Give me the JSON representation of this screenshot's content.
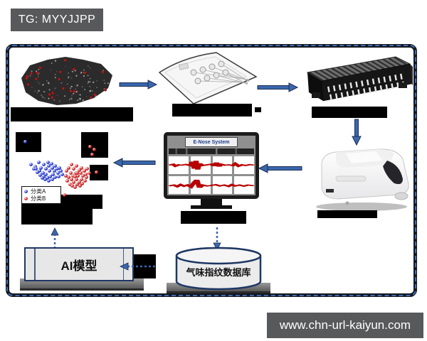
{
  "tag": {
    "label": "TG: MYYJJPP"
  },
  "watermark": {
    "label": "www.chn-url-kaiyun.com"
  },
  "flow": {
    "monitor": {
      "screen_title": "E-Nose System"
    },
    "ai_model": {
      "label": "AI模型"
    },
    "database": {
      "label": "气味指纹数据库"
    },
    "scatter_legend": [
      {
        "label": "分类A",
        "color": "#1b2fd0"
      },
      {
        "label": "分类B",
        "color": "#d01616"
      }
    ]
  },
  "colors": {
    "label_box_bg": "#58595b",
    "frame_edge": "#15181f",
    "frame_dash": "#3f6cb3",
    "arrow_fill": "#3a67ae",
    "arrow_edge": "#1b2c4f",
    "redaction": "#000000",
    "waveform": "#b80000",
    "class_a": "#1b2fd0",
    "class_b": "#d01616",
    "shape_outline": "#1f3864"
  },
  "chart_data": {
    "type": "scatter",
    "title": "",
    "legend_position": "bottom-left",
    "series": [
      {
        "name": "分类A",
        "color": "#1b2fd0",
        "points": [
          [
            20,
            48
          ],
          [
            24,
            42
          ],
          [
            27,
            50
          ],
          [
            30,
            45
          ],
          [
            33,
            52
          ],
          [
            36,
            47
          ],
          [
            25,
            55
          ],
          [
            29,
            58
          ],
          [
            33,
            60
          ],
          [
            37,
            55
          ],
          [
            40,
            50
          ],
          [
            43,
            55
          ],
          [
            46,
            52
          ],
          [
            41,
            60
          ],
          [
            38,
            63
          ],
          [
            34,
            66
          ],
          [
            30,
            63
          ],
          [
            26,
            61
          ],
          [
            22,
            57
          ],
          [
            18,
            52
          ],
          [
            44,
            47
          ],
          [
            47,
            58
          ],
          [
            50,
            55
          ],
          [
            48,
            63
          ],
          [
            44,
            65
          ],
          [
            40,
            68
          ],
          [
            36,
            70
          ],
          [
            32,
            68
          ],
          [
            28,
            66
          ],
          [
            52,
            60
          ],
          [
            15,
            45
          ],
          [
            8,
            10
          ],
          [
            35,
            42
          ],
          [
            39,
            44
          ],
          [
            21,
            52
          ],
          [
            49,
            50
          ]
        ]
      },
      {
        "name": "分类B",
        "color": "#d01616",
        "points": [
          [
            60,
            50
          ],
          [
            63,
            45
          ],
          [
            66,
            52
          ],
          [
            69,
            47
          ],
          [
            72,
            54
          ],
          [
            75,
            50
          ],
          [
            62,
            58
          ],
          [
            65,
            62
          ],
          [
            68,
            58
          ],
          [
            71,
            62
          ],
          [
            74,
            58
          ],
          [
            77,
            62
          ],
          [
            60,
            65
          ],
          [
            63,
            68
          ],
          [
            66,
            72
          ],
          [
            69,
            68
          ],
          [
            72,
            72
          ],
          [
            75,
            68
          ],
          [
            78,
            55
          ],
          [
            80,
            60
          ],
          [
            82,
            52
          ],
          [
            84,
            58
          ],
          [
            61,
            75
          ],
          [
            64,
            78
          ],
          [
            67,
            80
          ],
          [
            70,
            76
          ],
          [
            73,
            78
          ],
          [
            58,
            70
          ],
          [
            56,
            62
          ],
          [
            57,
            55
          ],
          [
            85,
            18
          ],
          [
            90,
            22
          ],
          [
            88,
            30
          ],
          [
            93,
            57
          ],
          [
            55,
            92
          ],
          [
            79,
            70
          ],
          [
            81,
            65
          ],
          [
            76,
            74
          ],
          [
            70,
            58
          ],
          [
            67,
            64
          ]
        ]
      }
    ]
  },
  "waveforms": {
    "row1": [
      [
        0,
        50
      ],
      [
        5,
        45
      ],
      [
        8,
        55
      ],
      [
        12,
        48
      ],
      [
        15,
        50
      ],
      [
        20,
        46
      ],
      [
        25,
        52
      ],
      [
        28,
        30
      ],
      [
        30,
        70
      ],
      [
        32,
        25
      ],
      [
        34,
        75
      ],
      [
        36,
        40
      ],
      [
        40,
        52
      ],
      [
        45,
        48
      ],
      [
        50,
        44
      ],
      [
        53,
        55
      ],
      [
        56,
        35
      ],
      [
        59,
        58
      ],
      [
        62,
        45
      ],
      [
        66,
        50
      ],
      [
        70,
        48
      ],
      [
        75,
        52
      ],
      [
        78,
        42
      ],
      [
        82,
        55
      ],
      [
        86,
        48
      ],
      [
        90,
        52
      ],
      [
        95,
        47
      ],
      [
        100,
        50
      ]
    ],
    "row2": [
      [
        0,
        55
      ],
      [
        6,
        50
      ],
      [
        10,
        58
      ],
      [
        14,
        48
      ],
      [
        18,
        56
      ],
      [
        22,
        50
      ],
      [
        26,
        60
      ],
      [
        30,
        35
      ],
      [
        33,
        20
      ],
      [
        36,
        65
      ],
      [
        40,
        50
      ],
      [
        45,
        55
      ],
      [
        50,
        52
      ],
      [
        55,
        48
      ],
      [
        60,
        55
      ],
      [
        65,
        50
      ],
      [
        70,
        57
      ],
      [
        74,
        48
      ],
      [
        78,
        55
      ],
      [
        83,
        50
      ],
      [
        88,
        56
      ],
      [
        93,
        50
      ],
      [
        100,
        54
      ]
    ]
  },
  "decor": {
    "sample_specks": 95,
    "sample_red_dots": 22,
    "array_slots_per_row": 14
  }
}
